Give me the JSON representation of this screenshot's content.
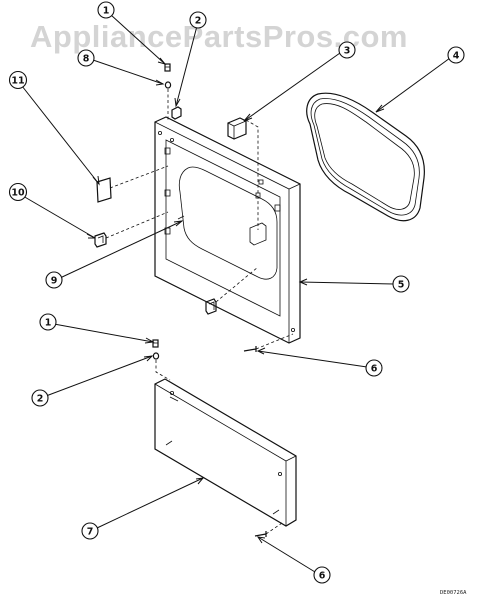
{
  "watermark": "AppliancePartsPros.com",
  "diagram_code": "DE00726A",
  "callouts": [
    {
      "id": "c1a",
      "number": "1"
    },
    {
      "id": "c2a",
      "number": "2"
    },
    {
      "id": "c8a",
      "number": "8"
    },
    {
      "id": "c3",
      "number": "3"
    },
    {
      "id": "c4",
      "number": "4"
    },
    {
      "id": "c11",
      "number": "11"
    },
    {
      "id": "c10",
      "number": "10"
    },
    {
      "id": "c9",
      "number": "9"
    },
    {
      "id": "c5",
      "number": "5"
    },
    {
      "id": "c1b",
      "number": "1"
    },
    {
      "id": "c6a",
      "number": "6"
    },
    {
      "id": "c2b",
      "number": "2"
    },
    {
      "id": "c7",
      "number": "7"
    },
    {
      "id": "c6b",
      "number": "6"
    }
  ]
}
